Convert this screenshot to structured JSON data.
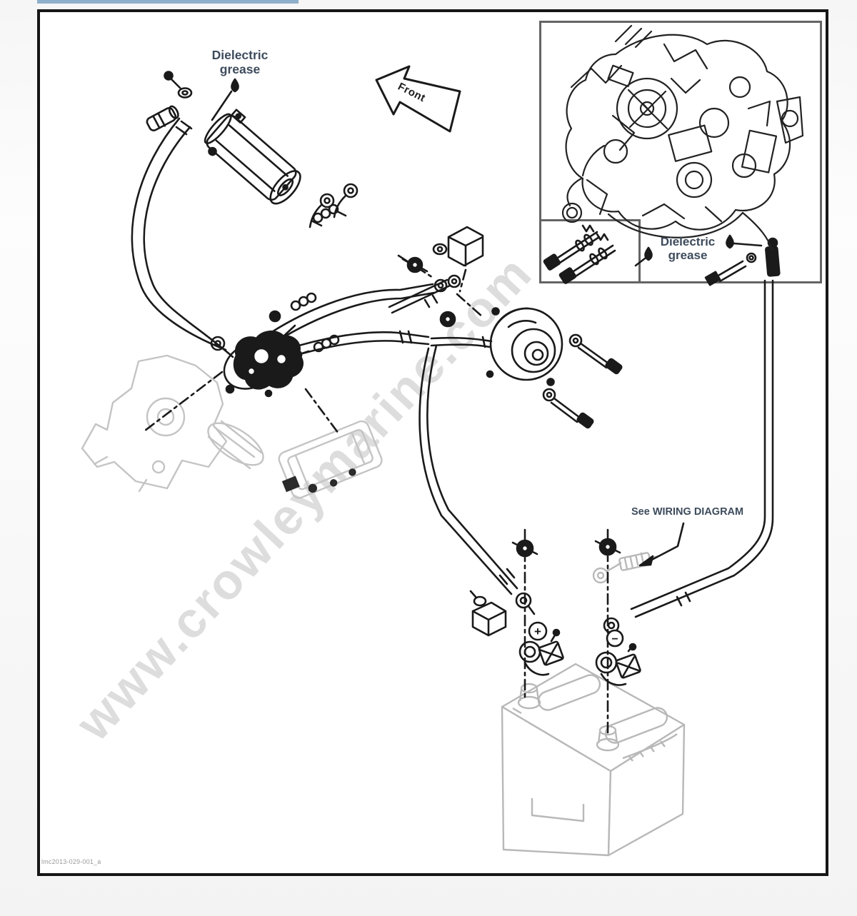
{
  "page": {
    "title": "Starter motor and battery cable exploded-view service diagram",
    "figure_code": "lmc2013-029-001_a",
    "watermark": "www.crowleymarine.com",
    "top_accent_bar_color": "#8fb0cb"
  },
  "labels": {
    "dielectric_grease": {
      "line1": "Dielectric",
      "line2": "grease"
    },
    "front": "Front",
    "see_wiring_diagram": "See WIRING DIAGRAM",
    "battery_positive": "+",
    "battery_negative": "−"
  },
  "icons": {
    "grease_drop": "black teardrop with leader line",
    "front_arrow": "outlined arrow pointing lower-left",
    "leader_arrow": "black arrowhead leader",
    "battery_positive_badge": "circled plus at positive terminal",
    "battery_negative_badge": "circled minus at negative terminal"
  },
  "colors": {
    "label_text": "#3d4b5c",
    "line_black": "#1a1a1a",
    "ghost_gray": "#c4c4c4",
    "battery_gray": "#b8b8b8",
    "watermark_gray": "#dddddd",
    "frame_border": "#161616",
    "inset_border": "#646464"
  }
}
